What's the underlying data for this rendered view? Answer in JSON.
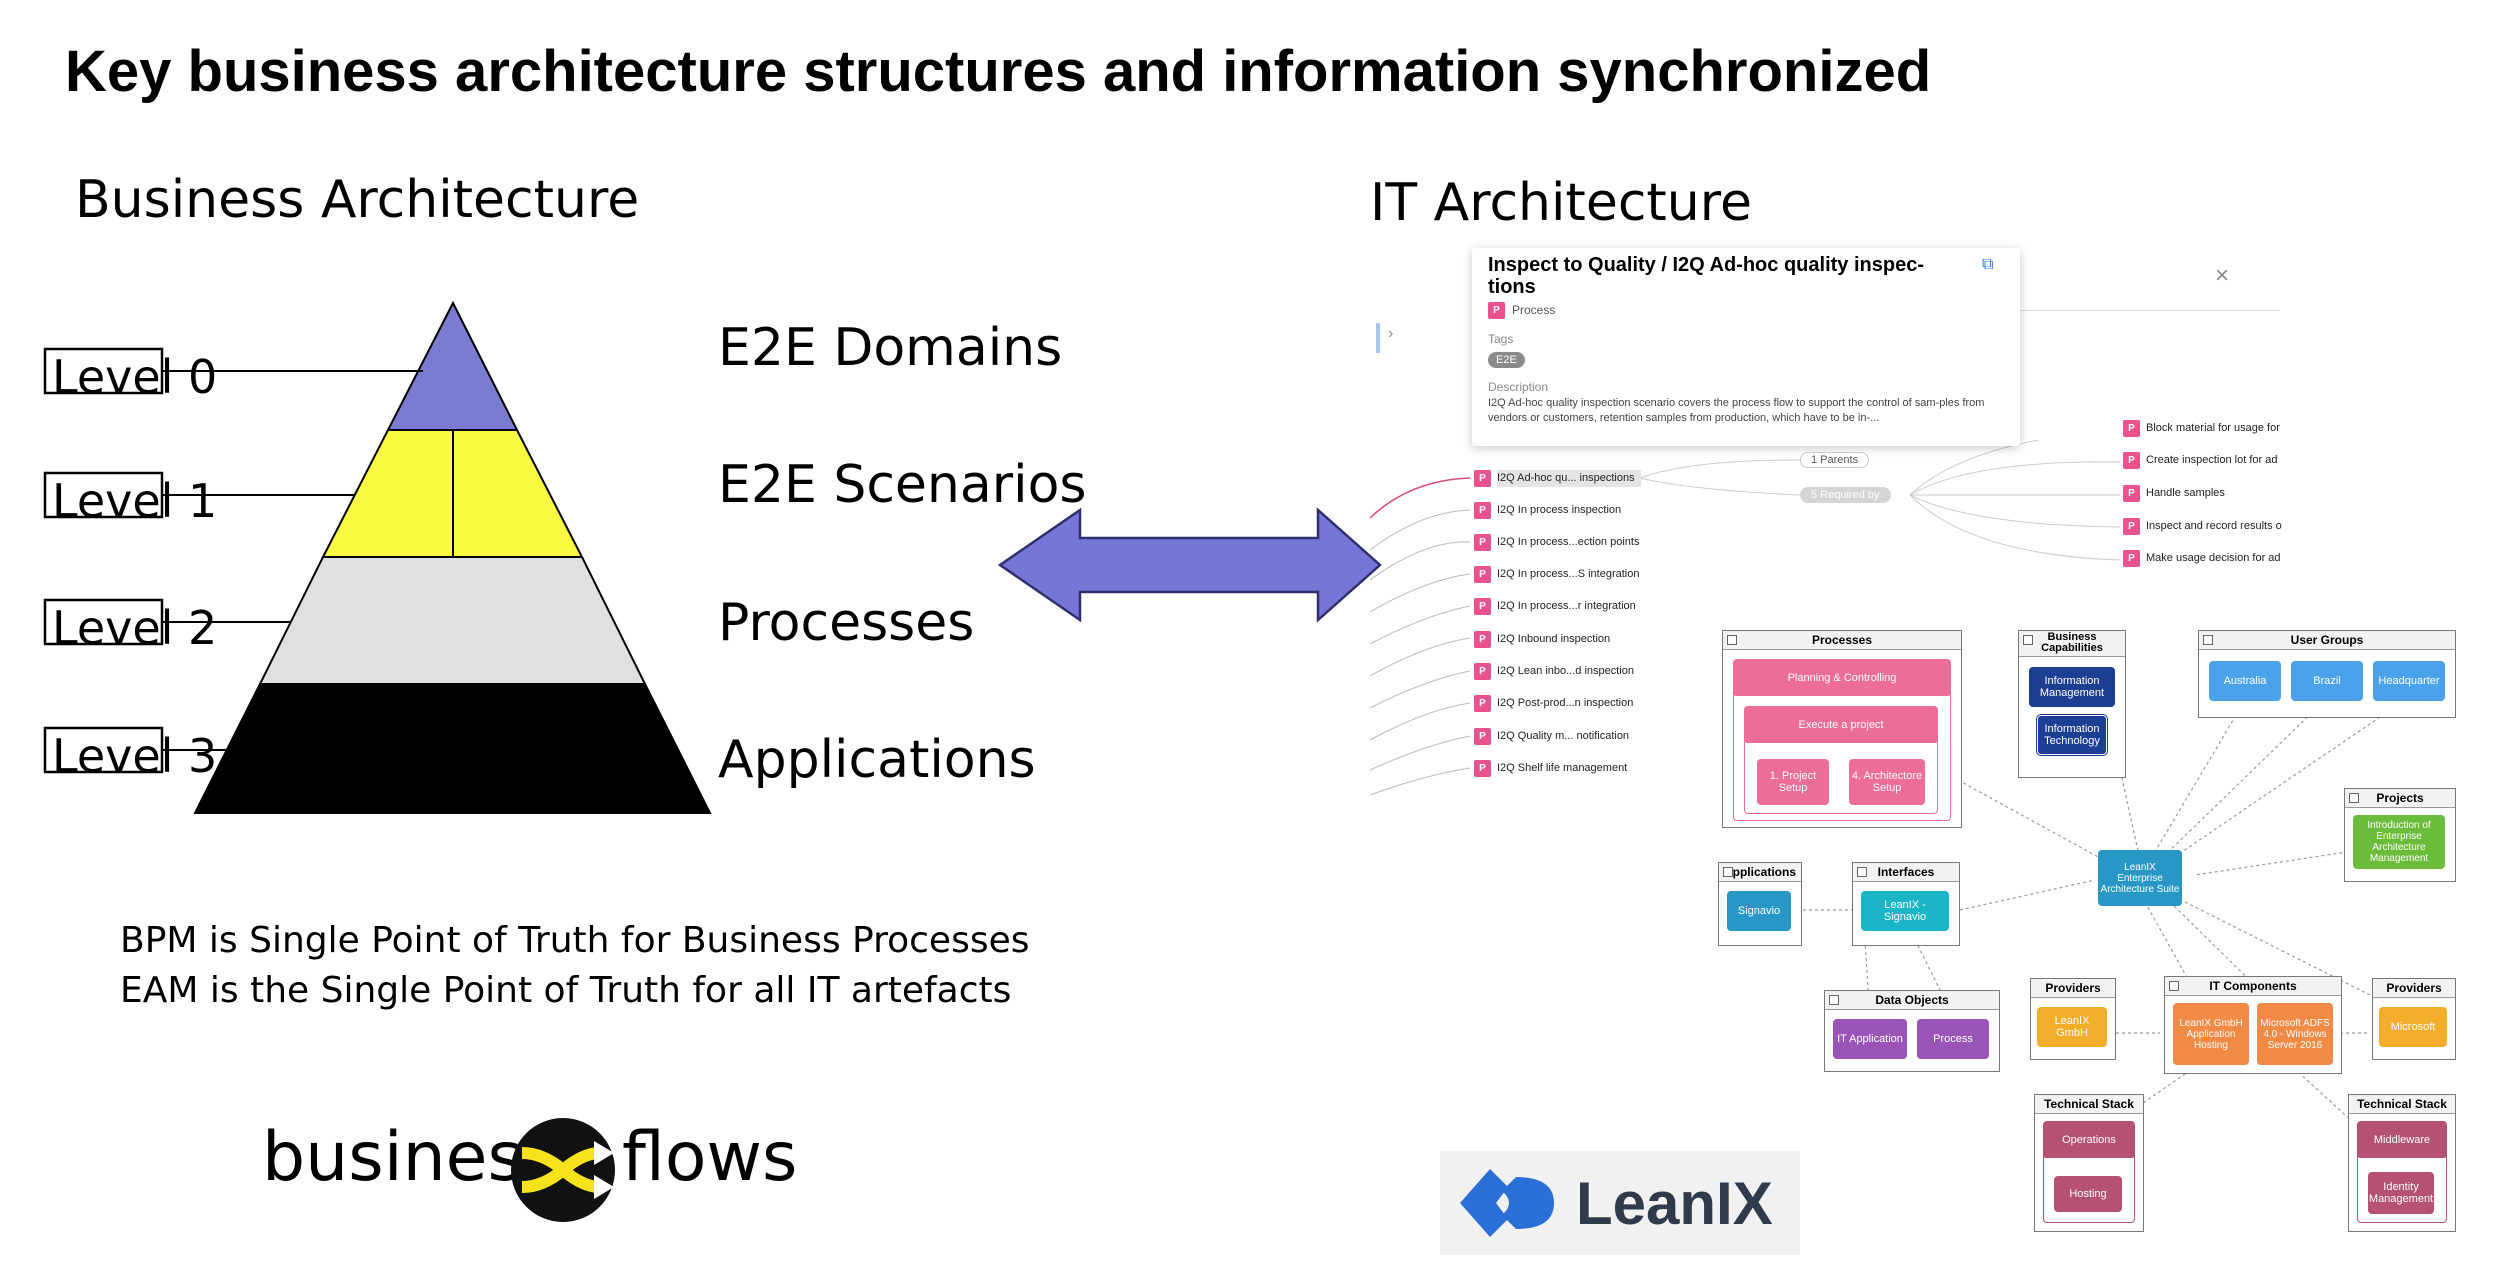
{
  "title": "Key business architecture structures and information synchronized",
  "left": {
    "heading": "Business Architecture",
    "levels": [
      "Level 0",
      "Level 1",
      "Level 2",
      "Level 3"
    ],
    "pyramid_labels": [
      "E2E Domains",
      "E2E Scenarios",
      "Processes",
      "Applications"
    ],
    "truth_lines": [
      "BPM is Single Point of Truth for Business Processes",
      "EAM is the Single Point of Truth for all IT artefacts"
    ],
    "logo_text": [
      "business",
      "flows"
    ],
    "colors": {
      "level0": "#7b7bd1",
      "level1": "#fbfb44",
      "level2": "#e0e0e0",
      "level3": "#000000",
      "arrow": "#7676d6"
    }
  },
  "right": {
    "heading": "IT Architecture",
    "card": {
      "title": "Inspect to Quality / I2Q Ad-hoc quality inspec-tions",
      "type": "Process",
      "tags_label": "Tags",
      "tag": "E2E",
      "description_label": "Description",
      "description": "I2Q Ad-hoc quality inspection scenario covers the process flow to support the control of sam-ples from vendors or customers, retention samples from production, which have to be in-..."
    },
    "badge": "P",
    "children": [
      "I2Q Ad-hoc qu... inspections",
      "I2Q In process inspection",
      "I2Q In process...ection points",
      "I2Q In process...S integration",
      "I2Q In process...r integration",
      "I2Q Inbound inspection",
      "I2Q Lean inbo...d inspection",
      "I2Q Post-prod...n inspection",
      "I2Q Quality m... notification",
      "I2Q Shelf life management"
    ],
    "relations": [
      "1 Parents",
      "5 Required by"
    ],
    "required_by": [
      "Block material for usage for",
      "Create inspection lot for ad",
      "Handle samples",
      "Inspect and record results o",
      "Make usage decision for ad"
    ],
    "diagram": {
      "processes": {
        "title": "Processes",
        "outer": "Planning & Controlling",
        "mid": "Execute a project",
        "inner": [
          "1. Project Setup",
          "4. Architectore Setup"
        ]
      },
      "capabilities": {
        "title": "Business Capabilities",
        "items": [
          "Information Management",
          "Information Technology"
        ]
      },
      "user_groups": {
        "title": "User Groups",
        "items": [
          "Australia",
          "Brazil",
          "Headquarter"
        ]
      },
      "projects": {
        "title": "Projects",
        "item": "Introduction of Enterprise Architecture Management"
      },
      "center": "LeanIX Enterprise Architecture Suite",
      "applications": {
        "title": "Applications",
        "item": "Signavio"
      },
      "interfaces": {
        "title": "Interfaces",
        "item": "LeanIX - Signavio"
      },
      "data_objects": {
        "title": "Data Objects",
        "items": [
          "IT Application",
          "Process"
        ]
      },
      "providers_left": {
        "title": "Providers",
        "item": "LeanIX GmbH"
      },
      "it_components": {
        "title": "IT Components",
        "items": [
          "LeanIX GmbH Application Hosting",
          "Microsoft ADFS 4.0 - Windows Server 2016"
        ]
      },
      "providers_right": {
        "title": "Providers",
        "item": "Microsoft"
      },
      "tech_stack_left": {
        "title": "Technical Stack",
        "items": [
          "Operations",
          "Hosting"
        ]
      },
      "tech_stack_right": {
        "title": "Technical Stack",
        "items": [
          "Middleware",
          "Identity Management"
        ]
      }
    },
    "logo_text": "LeanIX",
    "colors": {
      "process_badge": "#e9528e",
      "logo_blue": "#2a6ed8"
    }
  }
}
